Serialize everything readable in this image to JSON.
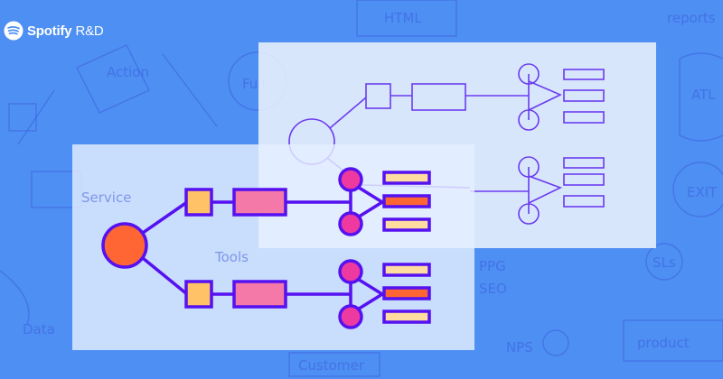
{
  "brand": {
    "name": "Spotify",
    "suffix": "R&D"
  },
  "sketch_labels": [
    "HTML",
    "Action",
    "Full",
    "reports",
    "ATL",
    "EXIT",
    "SLs",
    "PPG",
    "SEO",
    "NPS",
    "product",
    "Data",
    "Customer",
    "Tools",
    "Service"
  ],
  "colors": {
    "background": "#4d8ff2",
    "stroke": "#5511f0",
    "root_node": "#ff6633",
    "square_node": "#ffc266",
    "rect_node": "#f478a8",
    "circle_node": "#ee3aa0",
    "bar_light": "#ffdca0",
    "bar_accent": "#ff6633"
  }
}
